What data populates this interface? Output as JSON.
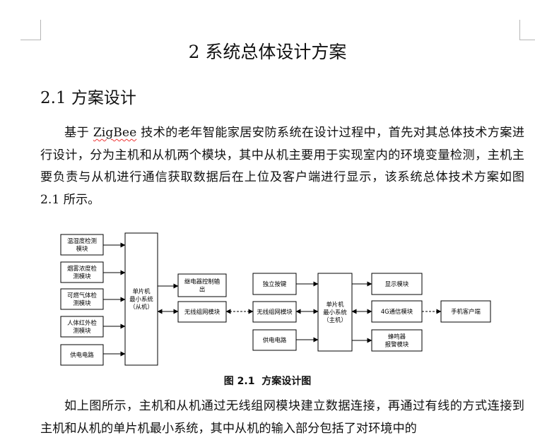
{
  "document": {
    "chapter_title": "2 系统总体设计方案",
    "section_heading": "2.1 方案设计",
    "paragraph1": {
      "before": "基于 ",
      "brand": "ZigBee",
      "after": " 技术的老年智能家居安防系统在设计过程中，首先对其总体技术方案进行设计，分为主机和从机两个模块，其中从机主要用于实现室内的环境变量检测，主机主要负责与从机进行通信获取数据后在上位及客户端进行显示，该系统总体技术方案如图 2.1 所示。"
    },
    "paragraph2": "如上图所示，主机和从机通过无线组网模块建立数据连接，再通过有线的方式连接到主机和从机的单片机最小系统，其中从机的输入部分包括了对环境中的"
  },
  "diagram": {
    "slave_inputs": [
      [
        "温湿度检测",
        "模块"
      ],
      [
        "烟雾浓度检",
        "测模块"
      ],
      [
        "可燃气体检",
        "测模块"
      ],
      [
        "人体红外检",
        "测模块"
      ],
      [
        "供电电路"
      ]
    ],
    "slave_mcu": [
      "单片机",
      "最小系统",
      "（从机）"
    ],
    "relay": [
      "继电器控制输",
      "出"
    ],
    "slave_wireless": [
      "无线组网模块"
    ],
    "host_button": [
      "独立按键"
    ],
    "host_wireless": [
      "无线组网模块"
    ],
    "host_power": [
      "供电电路"
    ],
    "host_mcu": [
      "单片机",
      "最小系统",
      "（主机）"
    ],
    "display": [
      "显示模块"
    ],
    "comm_4g": [
      "4G通信模块"
    ],
    "buzzer": [
      "蜂鸣器",
      "报警模块"
    ],
    "phone_client": [
      "手机客户端"
    ]
  },
  "figure": {
    "caption": "图 2.1  方案设计图"
  },
  "colors": {
    "text": "#111111",
    "page_corner_marks": "#b5b5b5",
    "spellcheck_underline": "#e33333"
  }
}
